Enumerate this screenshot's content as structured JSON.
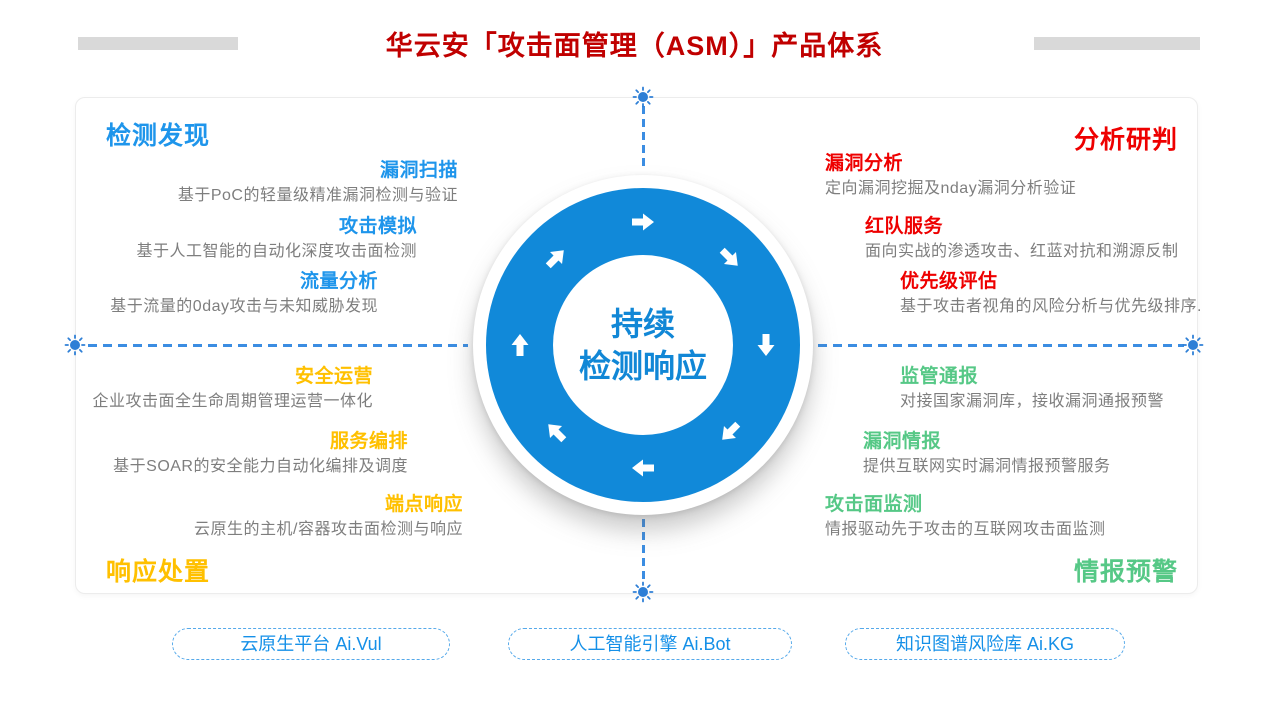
{
  "title": "华云安「攻击面管理（ASM）」产品体系",
  "center": {
    "line1": "持续",
    "line2": "检测响应"
  },
  "quadrants": {
    "top_left": {
      "heading": "检测发现",
      "color": "#1e95eb",
      "items": [
        {
          "title": "漏洞扫描",
          "desc": "基于PoC的轻量级精准漏洞检测与验证"
        },
        {
          "title": "攻击模拟",
          "desc": "基于人工智能的自动化深度攻击面检测"
        },
        {
          "title": "流量分析",
          "desc": "基于流量的0day攻击与未知威胁发现"
        }
      ]
    },
    "top_right": {
      "heading": "分析研判",
      "color": "#ee0000",
      "items": [
        {
          "title": "漏洞分析",
          "desc": "定向漏洞挖掘及nday漏洞分析验证"
        },
        {
          "title": "红队服务",
          "desc": "面向实战的渗透攻击、红蓝对抗和溯源反制"
        },
        {
          "title": "优先级评估",
          "desc": "基于攻击者视角的风险分析与优先级排序."
        }
      ]
    },
    "bottom_left": {
      "heading": "响应处置",
      "color": "#ffc000",
      "items": [
        {
          "title": "安全运营",
          "desc": "企业攻击面全生命周期管理运营一体化"
        },
        {
          "title": "服务编排",
          "desc": "基于SOAR的安全能力自动化编排及调度"
        },
        {
          "title": "端点响应",
          "desc": "云原生的主机/容器攻击面检测与响应"
        }
      ]
    },
    "bottom_right": {
      "heading": "情报预警",
      "color": "#56c886",
      "items": [
        {
          "title": "监管通报",
          "desc": "对接国家漏洞库，接收漏洞通报预警"
        },
        {
          "title": "漏洞情报",
          "desc": "提供互联网实时漏洞情报预警服务"
        },
        {
          "title": "攻击面监测",
          "desc": "情报驱动先于攻击的互联网攻击面监测"
        }
      ]
    }
  },
  "footer_pills": [
    {
      "label": "云原生平台 Ai.Vul"
    },
    {
      "label": "人工智能引擎 Ai.Bot"
    },
    {
      "label": "知识图谱风险库 Ai.KG"
    }
  ],
  "colors": {
    "title_red": "#c00000",
    "blue": "#1e95eb",
    "ring_blue": "#1189d9",
    "red": "#ee0000",
    "yellow": "#ffc000",
    "green": "#56c886",
    "desc_gray": "#7e7e7e",
    "dash_blue": "#3b8de2",
    "pill_blue": "#1590e8",
    "decor_gray": "#d9d9d9"
  },
  "icons": {
    "sun_marker": "sun-marker",
    "cycle_arrow": "clockwise-block-arrow"
  }
}
